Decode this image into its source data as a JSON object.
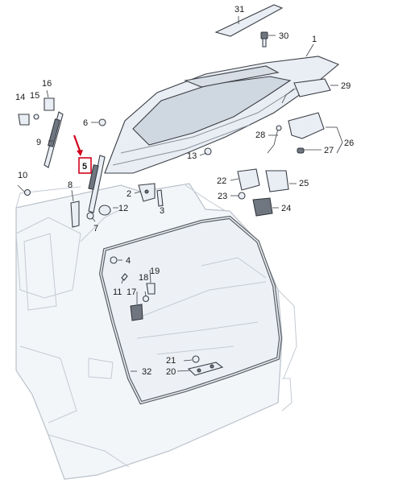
{
  "callouts": {
    "c1": "1",
    "c2": "2",
    "c3": "3",
    "c4": "4",
    "c5": "5",
    "c6": "6",
    "c7": "7",
    "c8": "8",
    "c9": "9",
    "c10": "10",
    "c11": "11",
    "c12": "12",
    "c13": "13",
    "c14": "14",
    "c15": "15",
    "c16": "16",
    "c17": "17",
    "c18": "18",
    "c19": "19",
    "c20": "20",
    "c21": "21",
    "c22": "22",
    "c23": "23",
    "c24": "24",
    "c25": "25",
    "c26": "26",
    "c27": "27",
    "c28": "28",
    "c29": "29",
    "c30": "30",
    "c31": "31",
    "c32": "32"
  },
  "colors": {
    "highlight": "#d0021b",
    "line": "#3b3f46",
    "car_fill": "#f3f6f9"
  }
}
